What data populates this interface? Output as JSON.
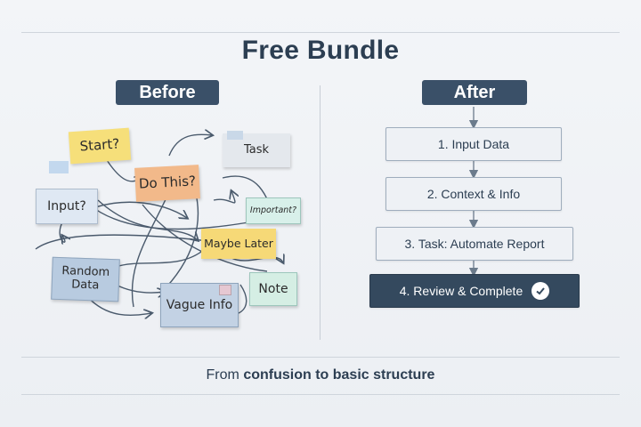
{
  "title": "Free Bundle",
  "before": {
    "label": "Before",
    "notes": {
      "start": "Start?",
      "do_this": "Do This?",
      "task": "Task",
      "input": "Input?",
      "important": "Important?",
      "maybe_later": "Maybe Later",
      "random_data": "Random Data",
      "vague_info": "Vague Info",
      "note": "Note"
    }
  },
  "after": {
    "label": "After",
    "steps": [
      "1. Input Data",
      "2. Context & Info",
      "3. Task: Automate Report",
      "4. Review & Complete"
    ],
    "final_icon": "checkmark-icon"
  },
  "footer": {
    "prefix": "From ",
    "emphasis": "confusion to basic structure"
  },
  "colors": {
    "header_bg": "#3a5068",
    "final_step_bg": "#34495e",
    "title_text": "#2c3e52"
  }
}
